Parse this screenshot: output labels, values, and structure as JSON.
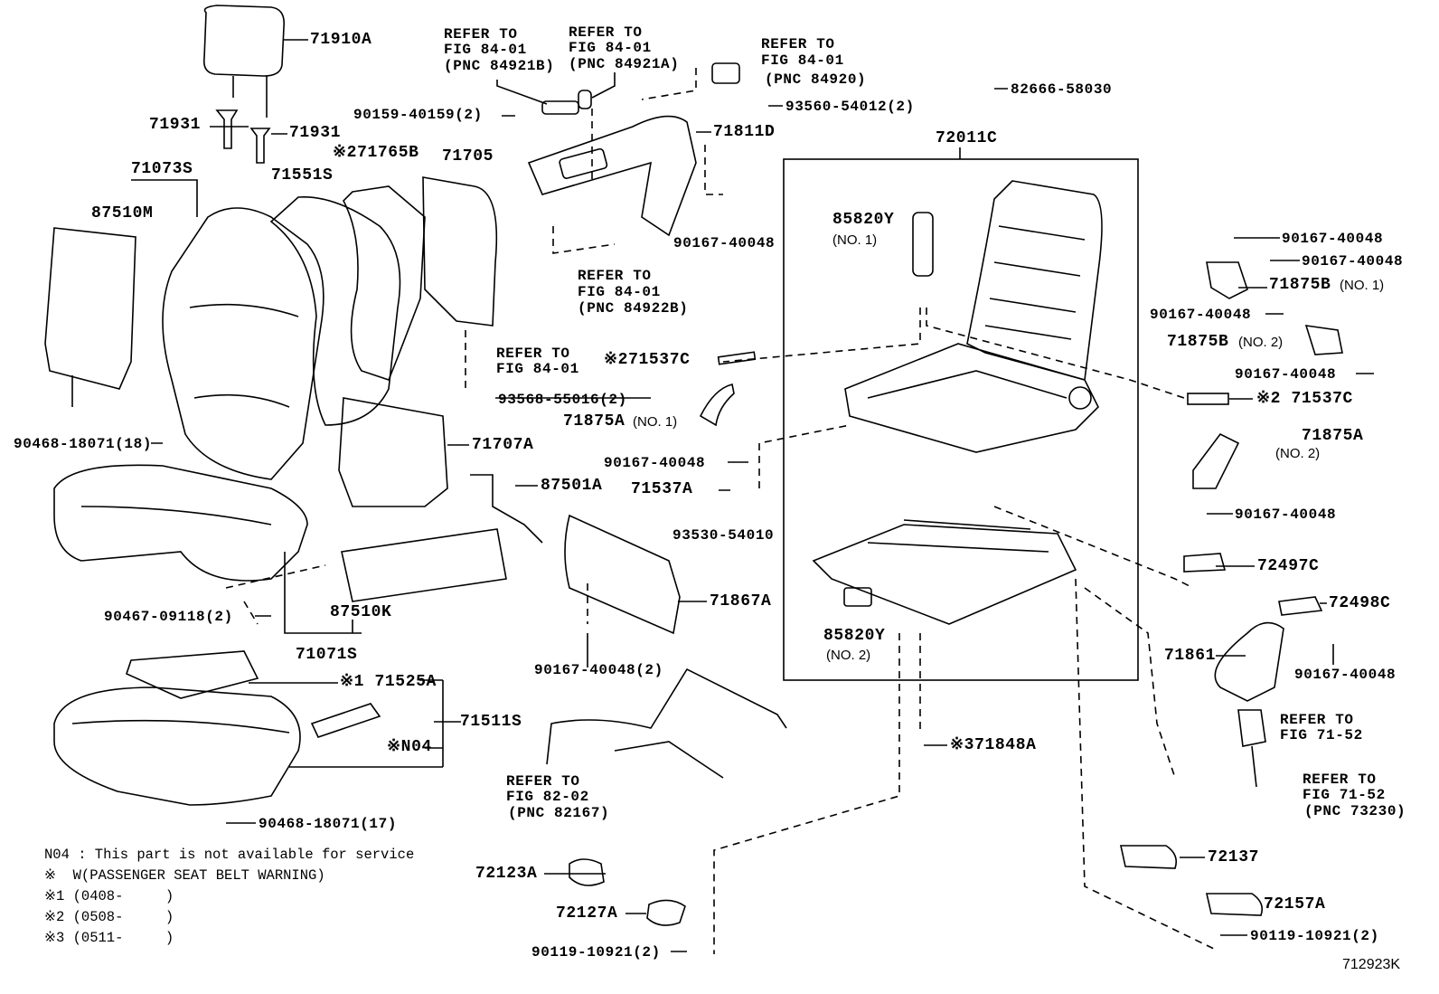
{
  "figure_id": "712923K",
  "labels": {
    "headrest": "71910A",
    "support_l": "71931",
    "support_r": "71931",
    "screw_90159": "90159-40159(2)",
    "ref_84921b": [
      "REFER TO",
      "FIG 84-01",
      "(PNC 84921B)"
    ],
    "ref_84921a": [
      "REFER TO",
      "FIG 84-01",
      "(PNC 84921A)"
    ],
    "ref_84920": [
      "REFER TO",
      "FIG 84-01",
      "(PNC 84920)"
    ],
    "screw_93560": "93560-54012(2)",
    "clip_82666": "82666-58030",
    "shield_71811d": "71811D",
    "frame_72011c": "72011C",
    "cover_71073s": "71073S",
    "pad_71551s": "71551S",
    "pad_71765b": "※271765B",
    "board_71705": "71705",
    "heater_87510m": "87510M",
    "motor_85820y_1": "85820Y",
    "motor_85820y_1_no": "(NO. 1)",
    "screw_a": "90167-40048",
    "ref_84922b": [
      "REFER TO",
      "FIG 84-01",
      "(PNC 84922B)"
    ],
    "screw_b": "90167-40048",
    "screw_c": "90167-40048",
    "cover_71875b_1": "71875B",
    "cover_71875b_1_no": "(NO. 1)",
    "screw_d": "90167-40048",
    "cover_71875b_2": "71875B",
    "cover_71875b_2_no": "(NO. 2)",
    "screw_e": "90167-40048",
    "ref_84": [
      "REFER TO",
      "FIG 84-01"
    ],
    "wire_71537c_l": "※271537C",
    "screw_93568": "93568-55016(2)",
    "wire_71537c_r": "※2 71537C",
    "cover_71875a_1": "71875A",
    "cover_71875a_1_no": "(NO. 1)",
    "cover_71875a_2": "71875A",
    "cover_71875a_2_no": "(NO. 2)",
    "hog_ring_18": "90468-18071(18)",
    "board_71707a": "71707A",
    "screw_f": "90167-40048",
    "heater_87501a": "87501A",
    "wire_71537a": "71537A",
    "screw_g": "90167-40048",
    "screw_93530": "93530-54010",
    "cover_72497c": "72497C",
    "shield_71867a": "71867A",
    "cover_72498c": "72498C",
    "clip_90467": "90467-09118(2)",
    "heater_87510k": "87510K",
    "motor_85820y_2": "85820Y",
    "motor_85820y_2_no": "(NO. 2)",
    "cover_71071s": "71071S",
    "cover_71861": "71861",
    "screw_h": "90167-40048",
    "screw_i": "90167-40048(2)",
    "pad_71525a": "※1 71525A",
    "pad_71511s": "71511S",
    "ref_7152": [
      "REFER TO",
      "FIG 71-52"
    ],
    "sensor_n04": "※N04",
    "bolt_71848a": "※371848A",
    "ref_73230": [
      "REFER TO",
      "FIG 71-52",
      "(PNC 73230)"
    ],
    "ref_82167": [
      "REFER TO",
      "FIG 82-02",
      "(PNC 82167)"
    ],
    "hog_ring_17": "90468-18071(17)",
    "cover_72137": "72137",
    "cover_72123a": "72123A",
    "cover_72157a": "72157A",
    "cover_72127a": "72127A",
    "bolt_l": "90119-10921(2)",
    "bolt_r": "90119-10921(2)"
  },
  "notes": [
    "N04 : This part is not available for service",
    "※  W(PASSENGER SEAT BELT WARNING)",
    "※1 (0408-     )",
    "※2 (0508-     )",
    "※3 (0511-     )"
  ]
}
